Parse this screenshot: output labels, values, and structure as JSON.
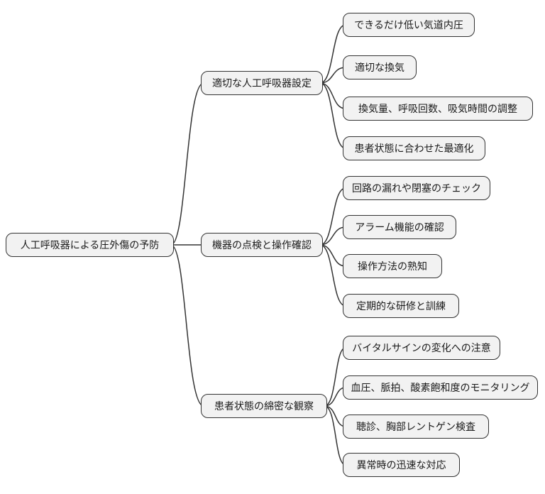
{
  "diagram": {
    "type": "mindmap",
    "orientation": "left-to-right",
    "root": {
      "label": "人工呼吸器による圧外傷の予防"
    },
    "branches": [
      {
        "label": "適切な人工呼吸器設定",
        "children": [
          {
            "label": "できるだけ低い気道内圧"
          },
          {
            "label": "適切な換気"
          },
          {
            "label": "換気量、呼吸回数、吸気時間の調整"
          },
          {
            "label": "患者状態に合わせた最適化"
          }
        ]
      },
      {
        "label": "機器の点検と操作確認",
        "children": [
          {
            "label": "回路の漏れや閉塞のチェック"
          },
          {
            "label": "アラーム機能の確認"
          },
          {
            "label": "操作方法の熟知"
          },
          {
            "label": "定期的な研修と訓練"
          }
        ]
      },
      {
        "label": "患者状態の綿密な観察",
        "children": [
          {
            "label": "バイタルサインの変化への注意"
          },
          {
            "label": "血圧、脈拍、酸素飽和度のモニタリング"
          },
          {
            "label": "聴診、胸部レントゲン検査"
          },
          {
            "label": "異常時の迅速な対応"
          }
        ]
      }
    ]
  },
  "colors": {
    "background": "#ffffff",
    "node_fill": "#f2f2f2",
    "node_border": "#333333",
    "edge": "#333333",
    "text": "#1a1a1a"
  }
}
